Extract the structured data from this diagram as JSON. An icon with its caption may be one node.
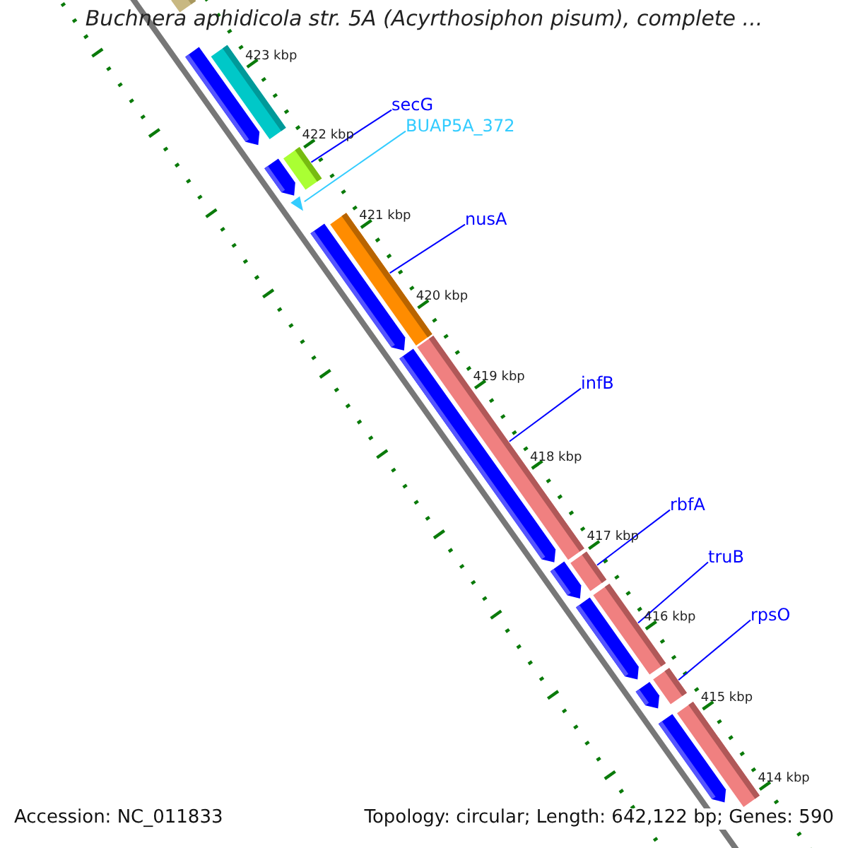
{
  "diagram": {
    "title": "Buchnera aphidicola str. 5A (Acyrthosiphon pisum), complete ...",
    "nodes": [
      {
        "text": [],
        "shape": "bar"
      },
      {
        "text": [],
        "shape": "arrow"
      },
      {
        "text": [],
        "shape": "bar"
      },
      {
        "text": [
          "secG"
        ]
      },
      {
        "text": [
          "BUAP5A_372"
        ]
      },
      {
        "text": [],
        "shape": "arrow"
      },
      {
        "text": [],
        "shape": "bar"
      },
      {
        "text": [],
        "shape": "triangle"
      },
      {
        "text": [
          "nusA"
        ]
      },
      {
        "text": [],
        "shape": "bar"
      },
      {
        "text": [],
        "shape": "arrow"
      },
      {
        "text": [
          "infB"
        ]
      },
      {
        "text": [],
        "shape": "bar"
      },
      {
        "text": [],
        "shape": "arrow"
      },
      {
        "text": [
          "rbfA"
        ]
      },
      {
        "text": [],
        "shape": "bar"
      },
      {
        "text": [],
        "shape": "arrow"
      },
      {
        "text": [
          "truB"
        ]
      },
      {
        "text": [],
        "shape": "bar"
      },
      {
        "text": [],
        "shape": "arrow"
      },
      {
        "text": [
          "rpsO"
        ]
      },
      {
        "text": [],
        "shape": "bar"
      },
      {
        "text": [],
        "shape": "arrow"
      },
      {
        "text": [],
        "shape": "bar"
      },
      {
        "text": [],
        "shape": "arrow"
      }
    ],
    "edges": [
      {
        "from": 3,
        "to": 6,
        "arrow": "none"
      },
      {
        "from": 4,
        "to": 7,
        "arrow": "none",
        "color": "#33ccff"
      },
      {
        "from": 8,
        "to": 9,
        "arrow": "none"
      },
      {
        "from": 11,
        "to": 12,
        "arrow": "none"
      },
      {
        "from": 14,
        "to": 15,
        "arrow": "none"
      },
      {
        "from": 17,
        "to": 18,
        "arrow": "none"
      },
      {
        "from": 20,
        "to": 21,
        "arrow": "none"
      }
    ],
    "labels": [
      "423 kbp",
      "422 kbp",
      "421 kbp",
      "420 kbp",
      "419 kbp",
      "418 kbp",
      "417 kbp",
      "416 kbp",
      "415 kbp",
      "414 kbp",
      "Accession: NC_011833",
      "Topology: circular; Length: 642,122 bp; Genes: 590"
    ]
  }
}
